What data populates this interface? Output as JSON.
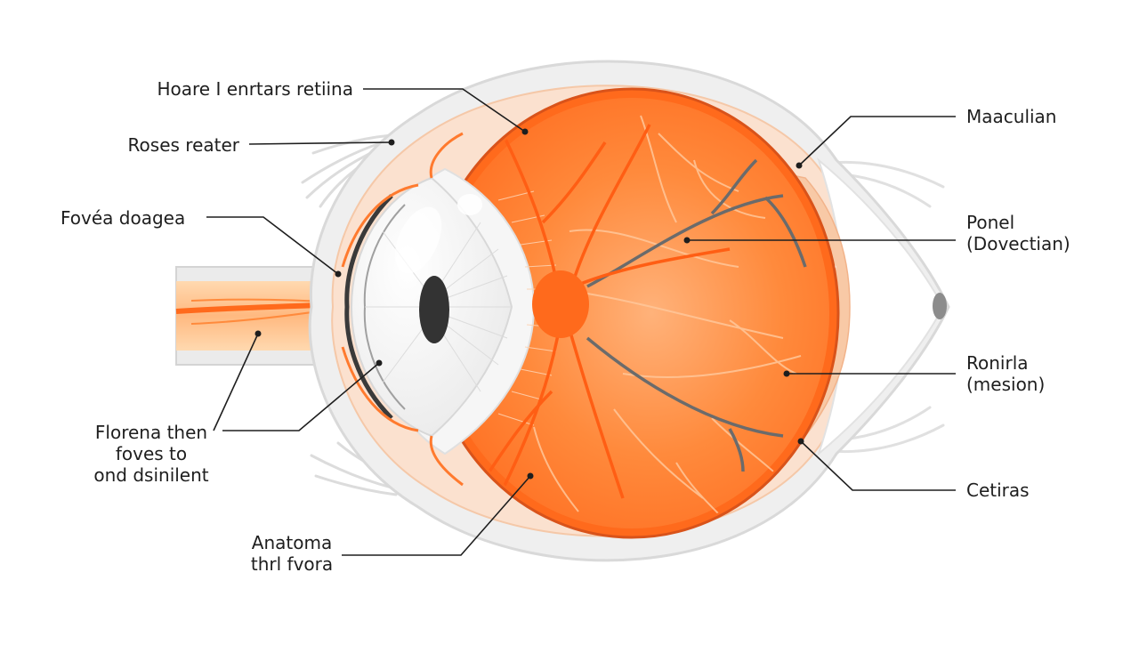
{
  "labels": {
    "hoare": "Hoare I enrtars retiina",
    "roses": "Roses reater",
    "fovea_doagea": "Fovéa doagea",
    "florena": [
      "Florena then",
      "foves to",
      "ond dsinilent"
    ],
    "anatoma": [
      "Anatoma",
      "thrl fvora"
    ],
    "maaculian": "Maaculian",
    "ponel": [
      "Ponel",
      "(Dovectian)"
    ],
    "ronirla": [
      "Ronirla",
      "(mesion)"
    ],
    "cetiras": "Cetiras"
  },
  "colors": {
    "retina_orange": "#ff7a2e",
    "retina_light": "#ffa561",
    "disc_orange": "#ff6a1c",
    "sclera_grey": "#e6e6e6",
    "sclera_pink": "#fcd9c1",
    "lens_white": "#f3f3f3",
    "vessel_dark": "#6b6b6b",
    "vessel_light": "#ffc79a",
    "leader_line": "#1e1e1e"
  }
}
